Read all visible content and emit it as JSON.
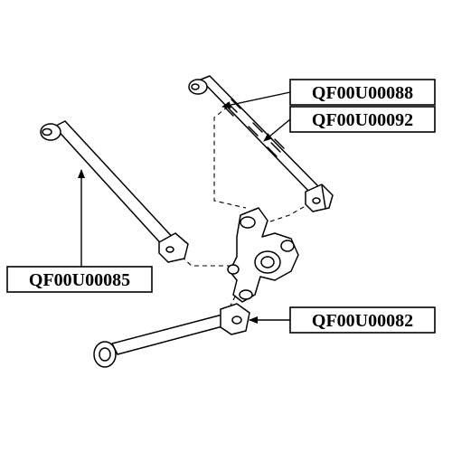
{
  "labels": {
    "top_rod_upper": "QF00U00088",
    "top_rod_lower": "QF00U00092",
    "left_arm": "QF00U00085",
    "bottom_arm": "QF00U00082"
  }
}
